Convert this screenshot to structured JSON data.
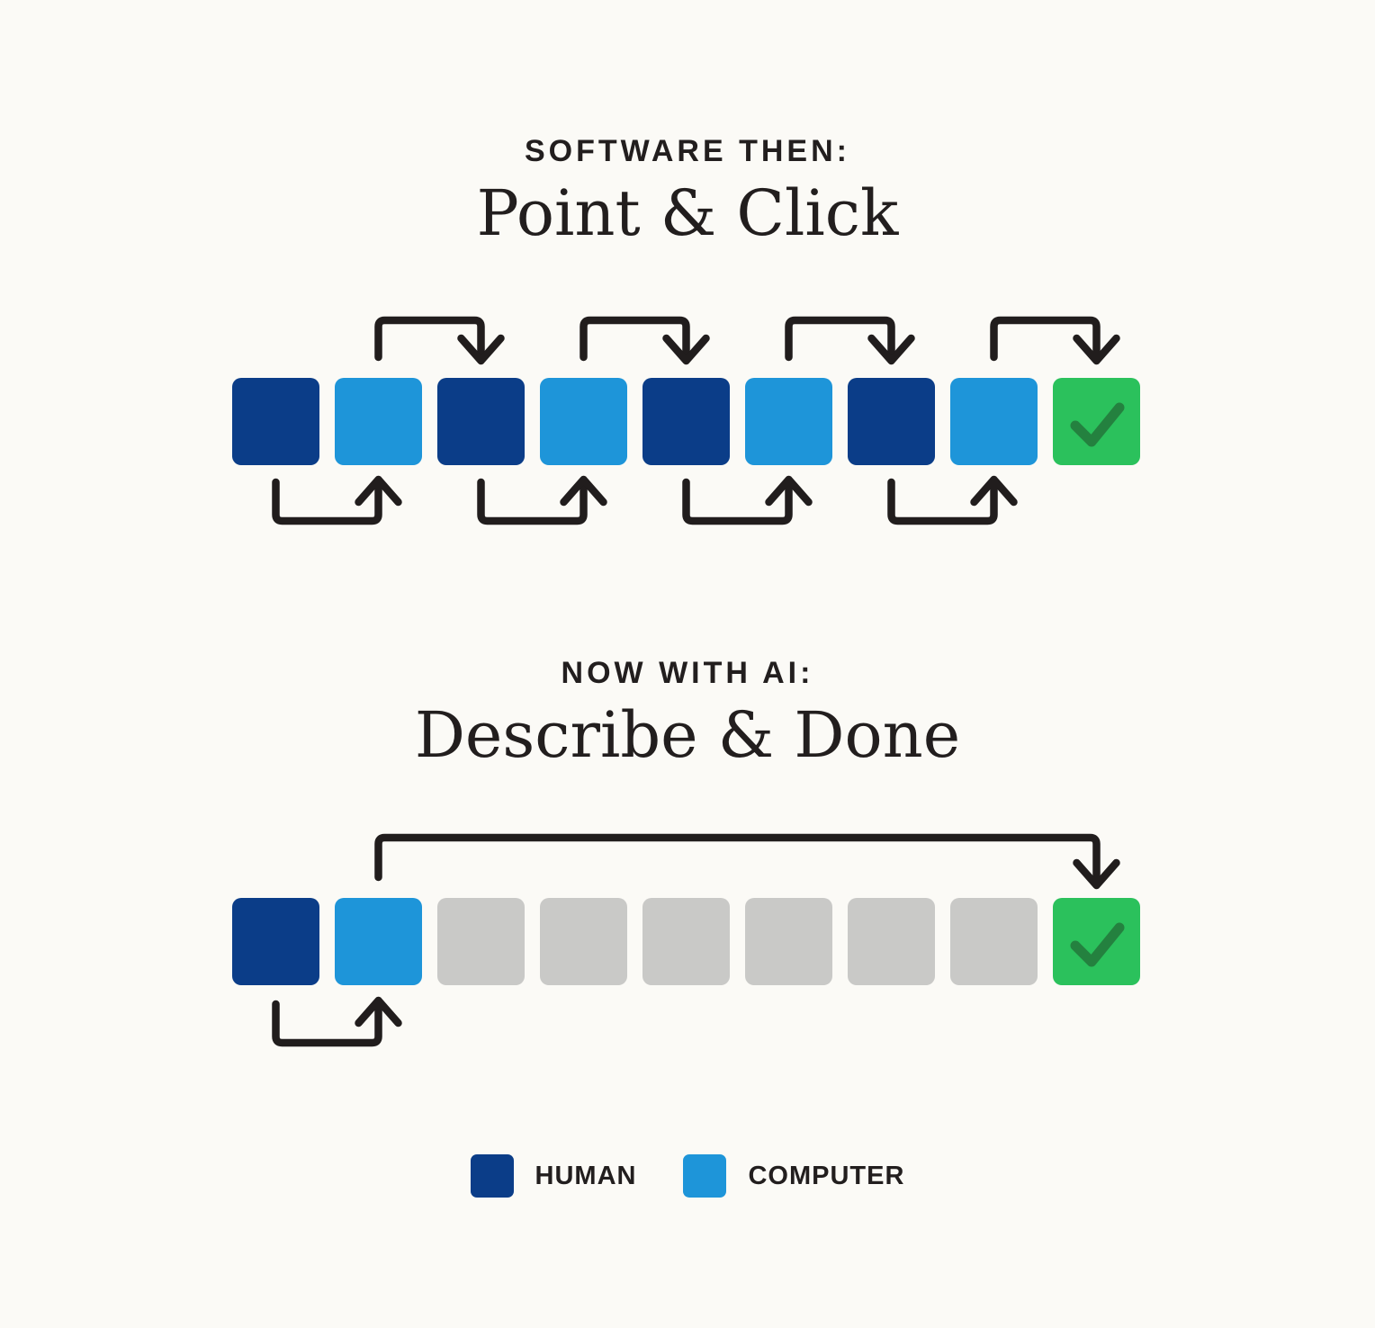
{
  "canvas": {
    "background": "#fbfaf6"
  },
  "sections": [
    {
      "id": "then",
      "kicker": "SOFTWARE THEN:",
      "title": "Point & Click",
      "steps": [
        "human",
        "computer",
        "human",
        "computer",
        "human",
        "computer",
        "human",
        "computer",
        "done"
      ],
      "top_arrows": [
        {
          "from": 2,
          "to": 3
        },
        {
          "from": 4,
          "to": 5
        },
        {
          "from": 6,
          "to": 7
        },
        {
          "from": 8,
          "to": 9
        }
      ],
      "bottom_arrows": [
        {
          "from": 1,
          "to": 2
        },
        {
          "from": 3,
          "to": 4
        },
        {
          "from": 5,
          "to": 6
        },
        {
          "from": 7,
          "to": 8
        }
      ]
    },
    {
      "id": "now",
      "kicker": "NOW WITH AI:",
      "title": "Describe & Done",
      "steps": [
        "human",
        "computer",
        "skipped",
        "skipped",
        "skipped",
        "skipped",
        "skipped",
        "skipped",
        "done"
      ],
      "top_arrows": [
        {
          "from": 2,
          "to": 9
        }
      ],
      "bottom_arrows": [
        {
          "from": 1,
          "to": 2
        }
      ]
    }
  ],
  "legend": [
    {
      "label": "HUMAN",
      "color_key": "human"
    },
    {
      "label": "COMPUTER",
      "color_key": "computer"
    }
  ],
  "colors": {
    "human": "#0b3d88",
    "computer": "#1e95d9",
    "skipped": "#c9c9c7",
    "done": "#2bc15c",
    "check": "#24813f",
    "arrow": "#211d1d",
    "text": "#221e1e",
    "background": "#fbfaf6"
  },
  "icons": {
    "done_square": "check-icon"
  }
}
